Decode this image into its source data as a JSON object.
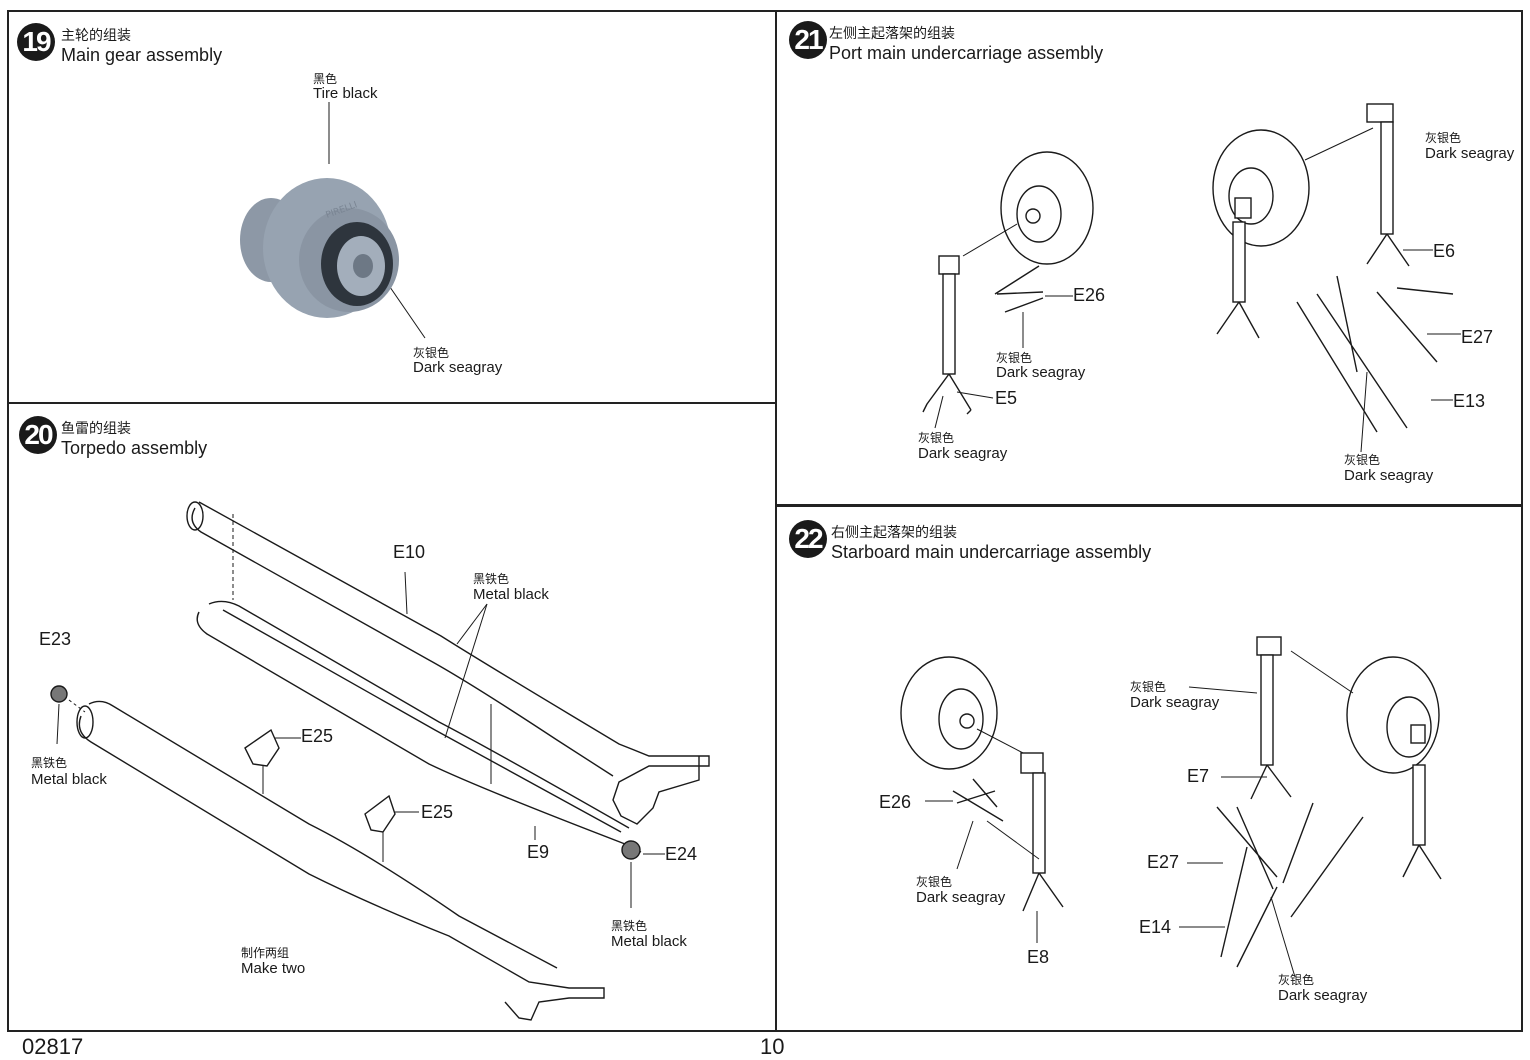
{
  "steps": {
    "s19": {
      "num": "19",
      "title_cn": "主轮的组装",
      "title_en": "Main gear assembly",
      "labels": {
        "tire_cn": "黑色",
        "tire_en": "Tire black",
        "hub_cn": "灰银色",
        "hub_en": "Dark seagray"
      }
    },
    "s20": {
      "num": "20",
      "title_cn": "鱼雷的组装",
      "title_en": "Torpedo assembly",
      "labels": {
        "metal1_cn": "黑铁色",
        "metal1_en": "Metal black",
        "metal2_cn": "黑铁色",
        "metal2_en": "Metal black",
        "metal3_cn": "黑铁色",
        "metal3_en": "Metal black",
        "make_cn": "制作两组",
        "make_en": "Make two"
      },
      "parts": {
        "e10": "E10",
        "e23": "E23",
        "e25a": "E25",
        "e25b": "E25",
        "e9": "E9",
        "e24": "E24"
      }
    },
    "s21": {
      "num": "21",
      "title_cn": "左侧主起落架的组装",
      "title_en": "Port main undercarriage assembly",
      "labels": {
        "a_cn": "灰银色",
        "a_en": "Dark seagray",
        "b_cn": "灰银色",
        "b_en": "Dark seagray",
        "c_cn": "灰银色",
        "c_en": "Dark seagray",
        "d_cn": "灰银色",
        "d_en": "Dark seagray"
      },
      "parts": {
        "e26": "E26",
        "e5": "E5",
        "e6": "E6",
        "e27": "E27",
        "e13": "E13"
      }
    },
    "s22": {
      "num": "22",
      "title_cn": "右侧主起落架的组装",
      "title_en": "Starboard main undercarriage assembly",
      "labels": {
        "a_cn": "灰银色",
        "a_en": "Dark seagray",
        "b_cn": "灰银色",
        "b_en": "Dark seagray",
        "c_cn": "灰银色",
        "c_en": "Dark seagray"
      },
      "parts": {
        "e26": "E26",
        "e8": "E8",
        "e7": "E7",
        "e27": "E27",
        "e14": "E14"
      }
    }
  },
  "footer": {
    "kit_number": "02817",
    "page_number": "10"
  },
  "colors": {
    "ink": "#1a1a1a",
    "wheel_render": "#8f9aa8"
  }
}
